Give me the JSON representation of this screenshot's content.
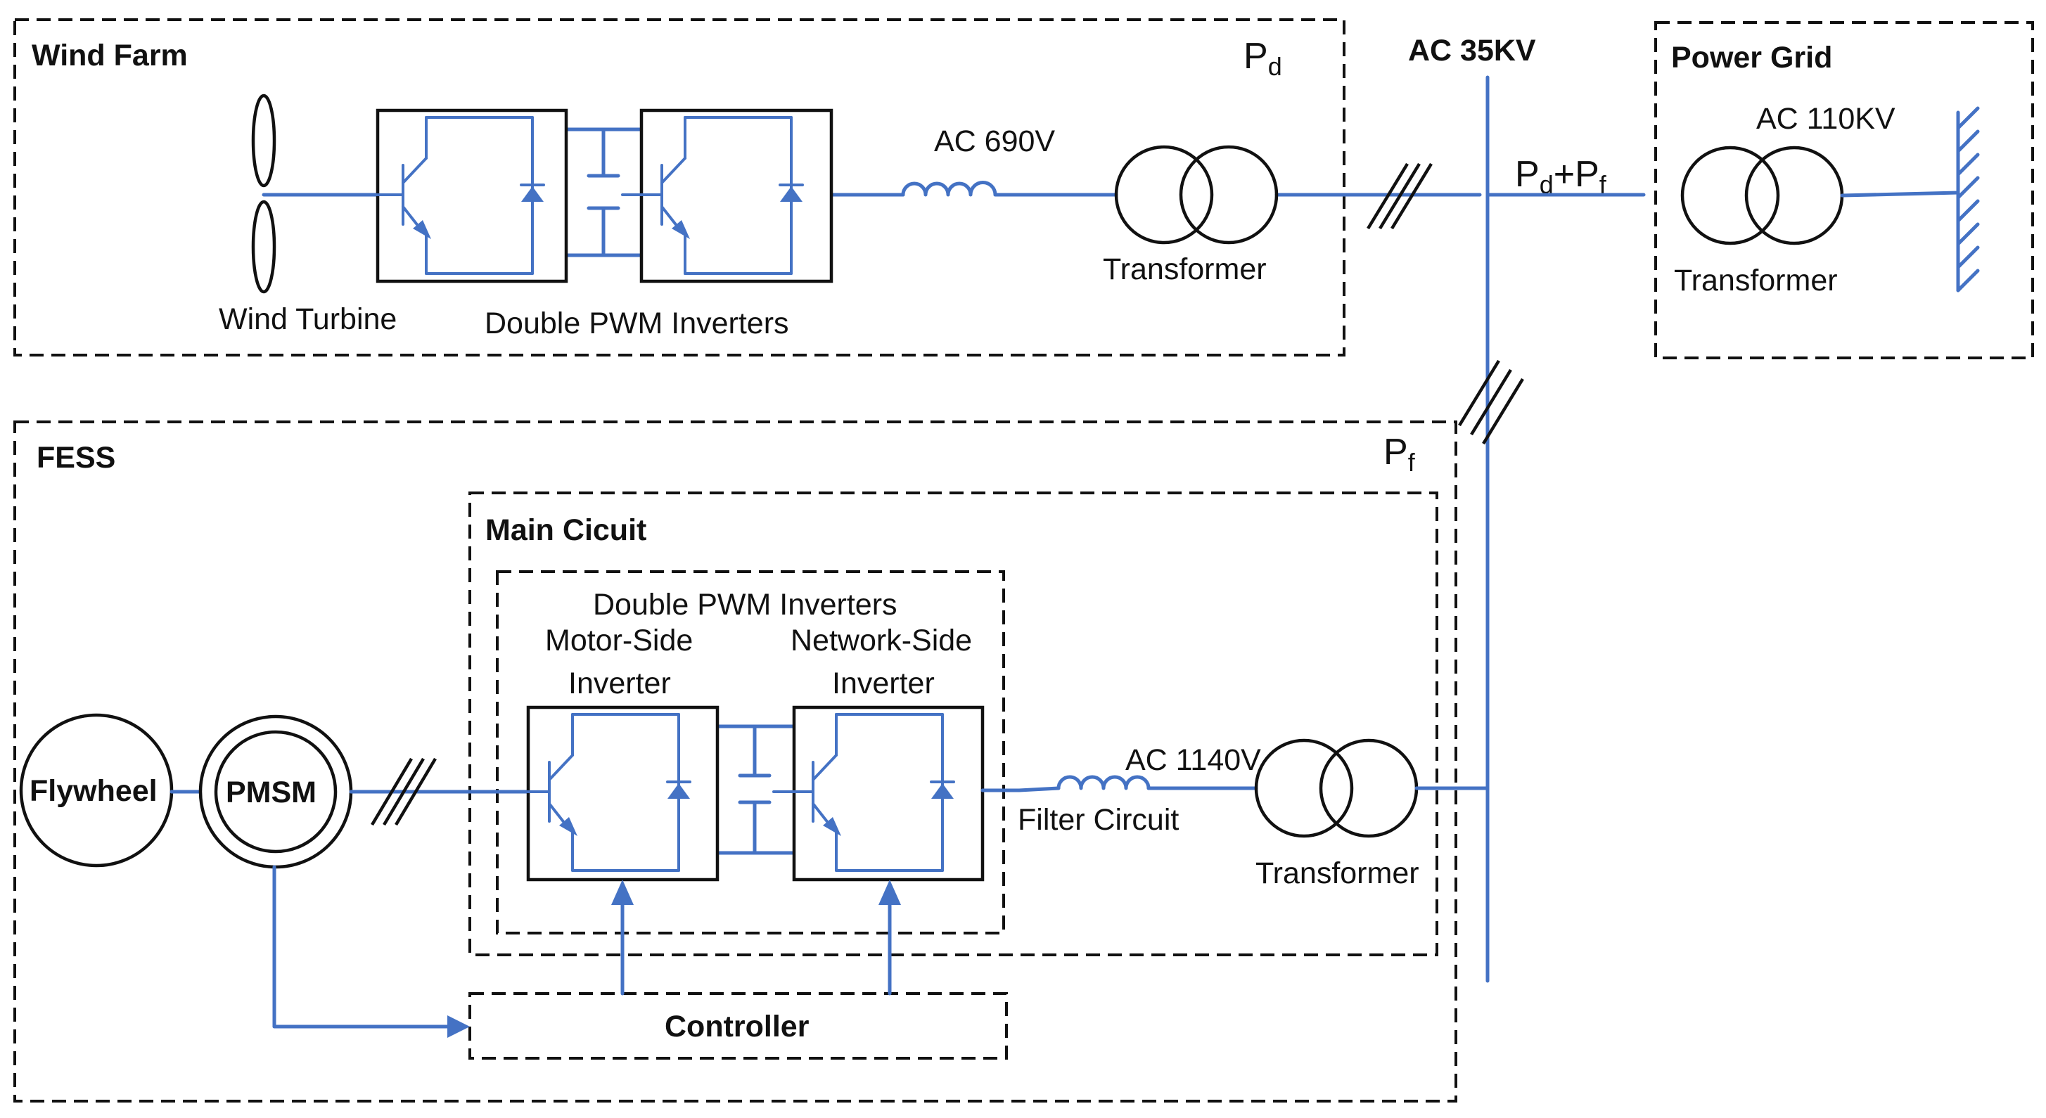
{
  "wind_farm": {
    "title": "Wind Farm",
    "power_symbol": "P",
    "power_sub": "d",
    "turbine_label": "Wind Turbine",
    "inverters_label": "Double PWM Inverters",
    "voltage_label": "AC 690V",
    "transformer_label": "Transformer"
  },
  "bus": {
    "voltage_label": "AC 35KV",
    "power_a": "P",
    "power_a_sub": "d",
    "plus": "+",
    "power_b": "P",
    "power_b_sub": "f"
  },
  "power_grid": {
    "title": "Power Grid",
    "voltage_label": "AC 110KV",
    "transformer_label": "Transformer"
  },
  "fess": {
    "title": "FESS",
    "power_symbol": "P",
    "power_sub": "f",
    "flywheel_label": "Flywheel",
    "pmsm_label": "PMSM",
    "main_circuit_title": "Main Cicuit",
    "inverters_label": "Double PWM Inverters",
    "motor_side_line1": "Motor-Side",
    "motor_side_line2": "Inverter",
    "network_side_line1": "Network-Side",
    "network_side_line2": "Inverter",
    "voltage_label": "AC 1140V",
    "filter_label": "Filter Circuit",
    "transformer_label": "Transformer",
    "controller_label": "Controller"
  },
  "colors": {
    "wire": "#4472c4",
    "outline": "#111111"
  }
}
